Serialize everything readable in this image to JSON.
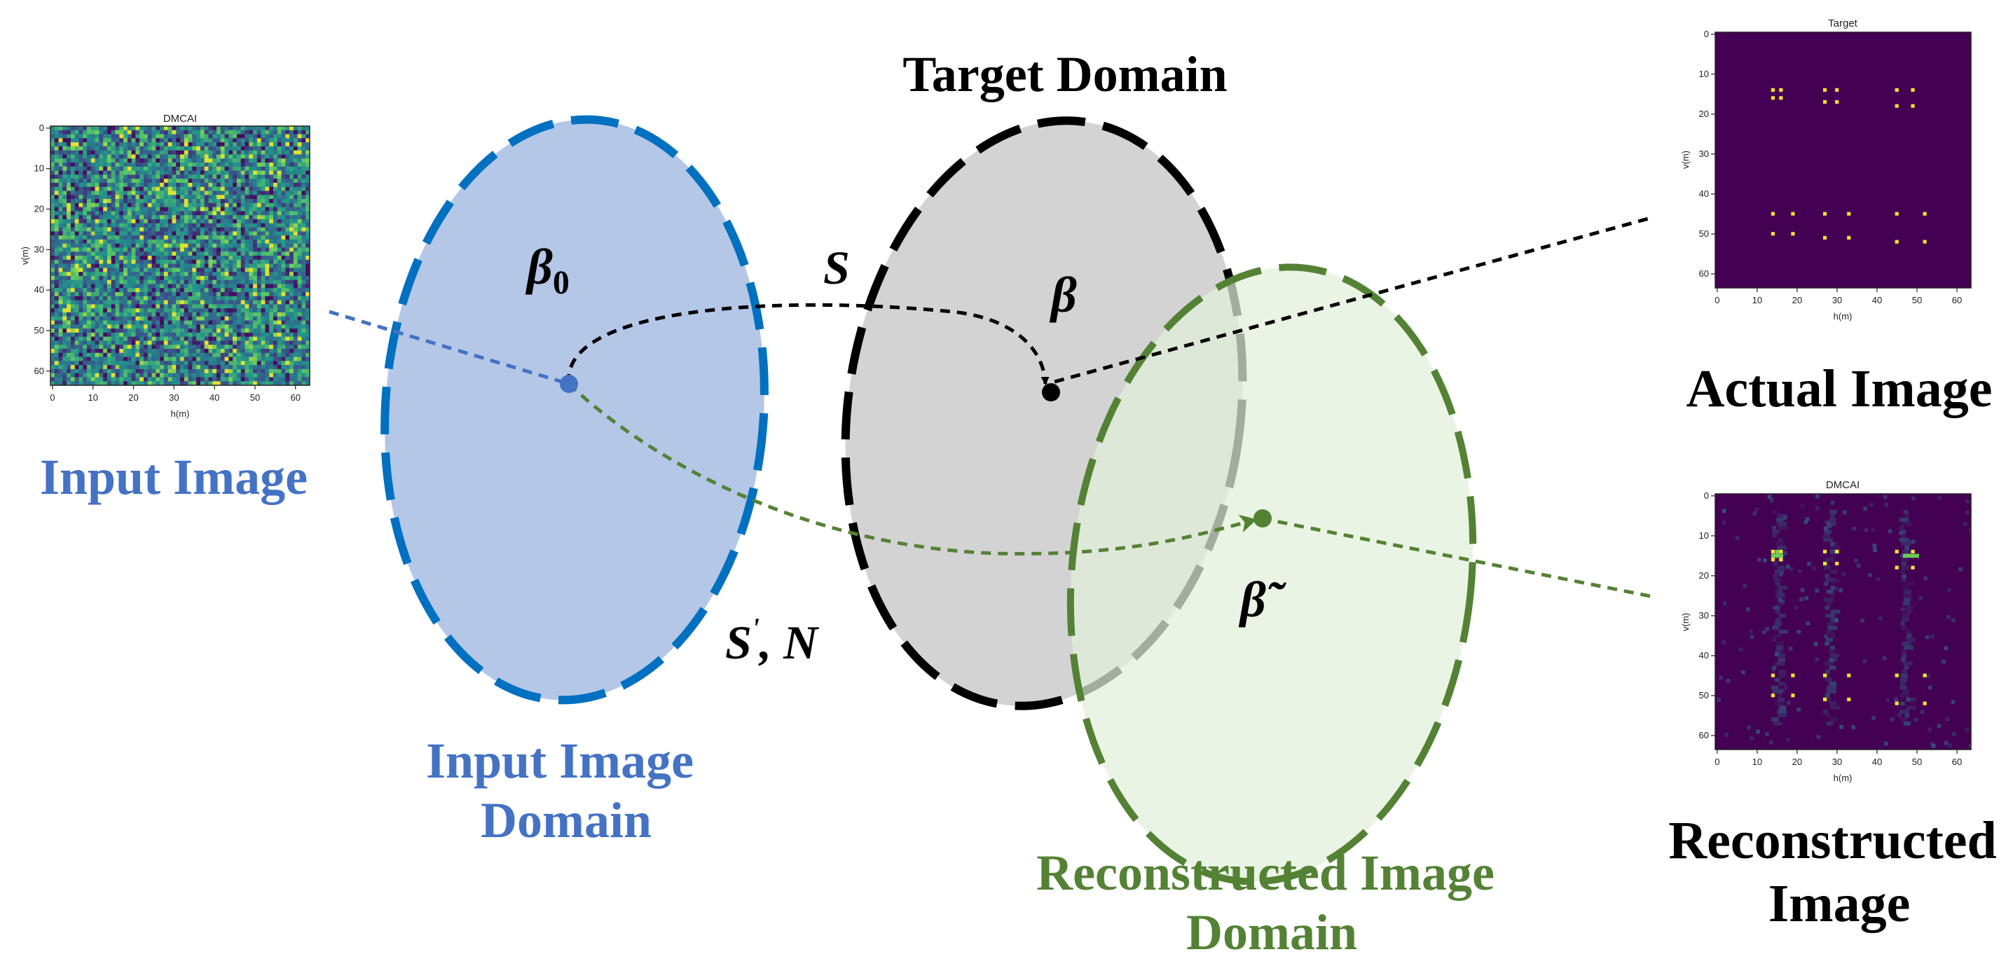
{
  "labels": {
    "target_domain": "Target Domain",
    "input_image": "Input Image",
    "input_domain_line1": "Input Image",
    "input_domain_line2": "Domain",
    "recon_domain_line1": "Reconstructed Image",
    "recon_domain_line2": "Domain",
    "actual_image": "Actual Image",
    "recon_image_line1": "Reconstructed",
    "recon_image_line2": "Image"
  },
  "symbols": {
    "beta0": "β",
    "beta0_sub": "0",
    "beta": "β",
    "beta_tilde": "β̃",
    "S": "S",
    "S_prime": "S",
    "prime": "'",
    "N": ", N"
  },
  "plots": {
    "input": {
      "title": "DMCAI",
      "xlabel": "h(m)",
      "ylabel": "v(m)"
    },
    "target": {
      "title": "Target",
      "xlabel": "h(m)",
      "ylabel": "v(m)"
    },
    "reconstructed": {
      "title": "DMCAI",
      "xlabel": "h(m)",
      "ylabel": "v(m)"
    },
    "x_ticks": [
      "0",
      "10",
      "20",
      "30",
      "40",
      "50",
      "60"
    ],
    "y_ticks": [
      "0",
      "10",
      "20",
      "30",
      "40",
      "50",
      "60"
    ]
  },
  "colors": {
    "input_blue": "#4472c4",
    "input_ellipse_fill": "#b4c7e7",
    "input_ellipse_stroke": "#0070c0",
    "target_fill": "#d0d0d0",
    "target_stroke": "#000000",
    "recon_green": "#548235",
    "recon_fill": "#e2f0d9",
    "plot_background": "#440154",
    "target_point": "#fde725"
  }
}
